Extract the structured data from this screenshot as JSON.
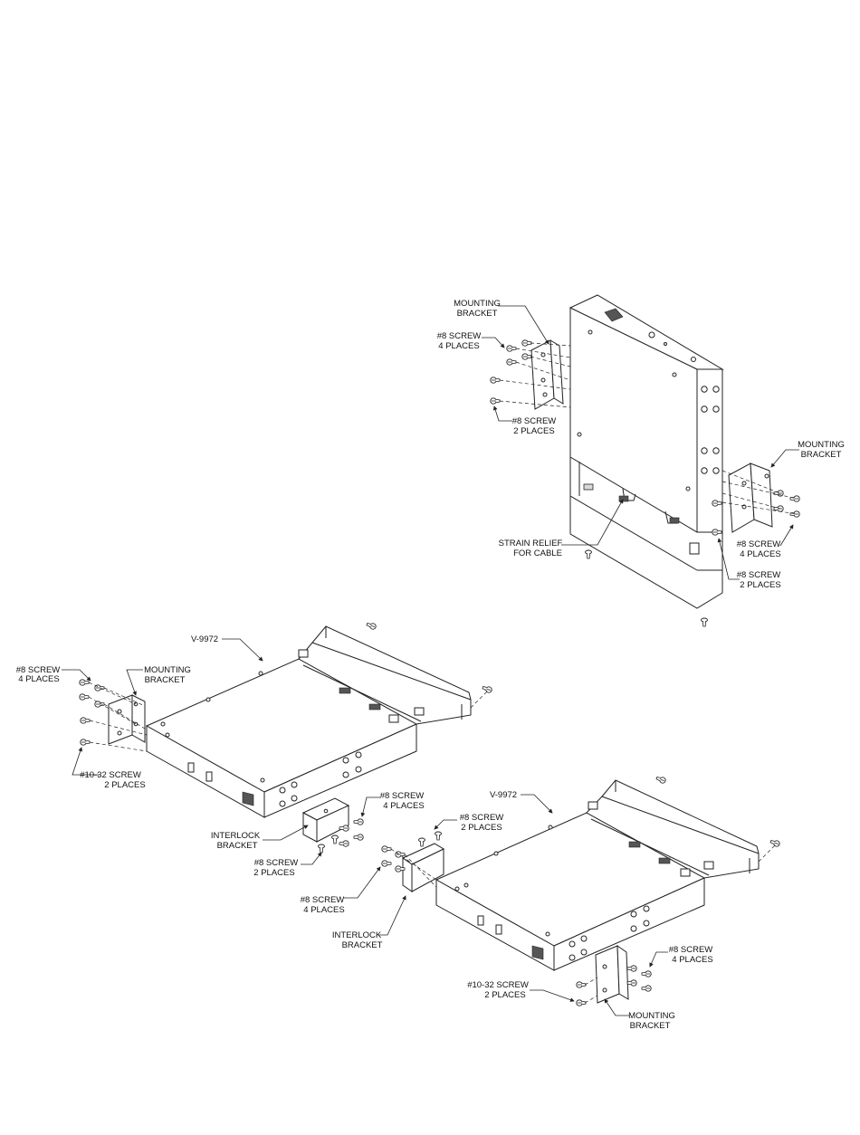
{
  "labels": {
    "top_mounting_bracket_left": [
      "MOUNTING",
      "BRACKET"
    ],
    "top_screw_4_left": [
      "#8 SCREW",
      "4 PLACES"
    ],
    "top_screw_2_left": [
      "#8 SCREW",
      "2 PLACES"
    ],
    "top_mounting_bracket_right": [
      "MOUNTING",
      "BRACKET"
    ],
    "strain_relief": [
      "STRAIN RELIEF",
      "FOR CABLE"
    ],
    "top_screw_4_right": [
      "#8 SCREW",
      "4 PLACES"
    ],
    "top_screw_2_right": [
      "#8 SCREW",
      "2 PLACES"
    ],
    "left_model": "V-9972",
    "left_screw_4": [
      "#8 SCREW",
      "4 PLACES"
    ],
    "left_mounting_bracket": [
      "MOUNTING",
      "BRACKET"
    ],
    "left_screw_1032": [
      "#10-32 SCREW",
      "2 PLACES"
    ],
    "interlock_bracket_left": [
      "INTERLOCK",
      "BRACKET"
    ],
    "mid_screw_4_a": [
      "#8 SCREW",
      "4 PLACES"
    ],
    "mid_screw_2_a": [
      "#8 SCREW",
      "2 PLACES"
    ],
    "mid_screw_2_b": [
      "#8 SCREW",
      "2 PLACES"
    ],
    "mid_screw_4_b": [
      "#8 SCREW",
      "4 PLACES"
    ],
    "interlock_bracket_right": [
      "INTERLOCK",
      "BRACKET"
    ],
    "right_model": "V-9972",
    "right_screw_4": [
      "#8 SCREW",
      "4 PLACES"
    ],
    "right_screw_1032": [
      "#10-32 SCREW",
      "2 PLACES"
    ],
    "right_mounting_bracket": [
      "MOUNTING",
      "BRACKET"
    ]
  }
}
